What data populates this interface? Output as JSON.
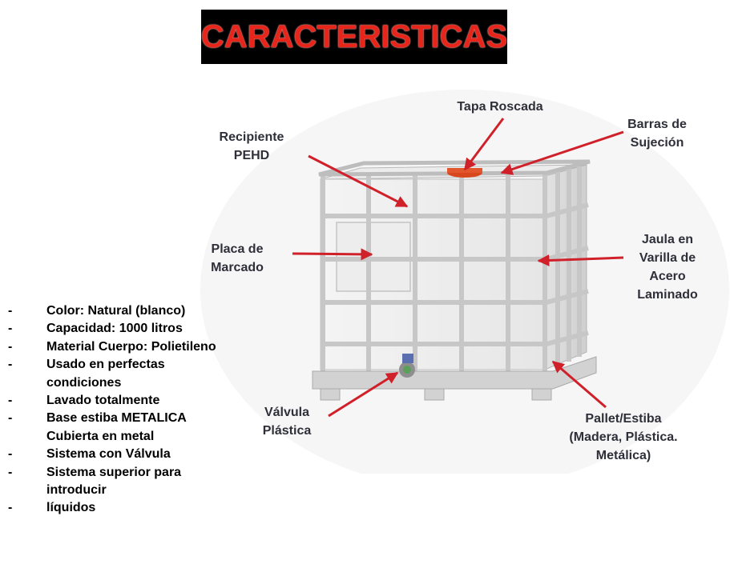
{
  "title": "CARACTERISTICAS",
  "diagram": {
    "labels": {
      "tapa": "Tapa Roscada",
      "barras": "Barras de\nSujeción",
      "recipiente": "Recipiente\nPEHD",
      "placa": "Placa de\nMarcado",
      "jaula": "Jaula en\nVarilla de\nAcero\nLaminado",
      "valvula": "Válvula\nPlástica",
      "pallet": "Pallet/Estiba\n(Madera, Plástica.\nMetálica)"
    },
    "arrow_color": "#d0202a"
  },
  "features": [
    "Color: Natural (blanco)",
    "Capacidad: 1000 litros",
    "Material Cuerpo: Polietileno",
    "Usado en perfectas condiciones",
    "Lavado totalmente",
    "Base estiba METALICA Cubierta en metal",
    "Sistema con Válvula",
    "Sistema superior para introducir",
    "líquidos"
  ]
}
